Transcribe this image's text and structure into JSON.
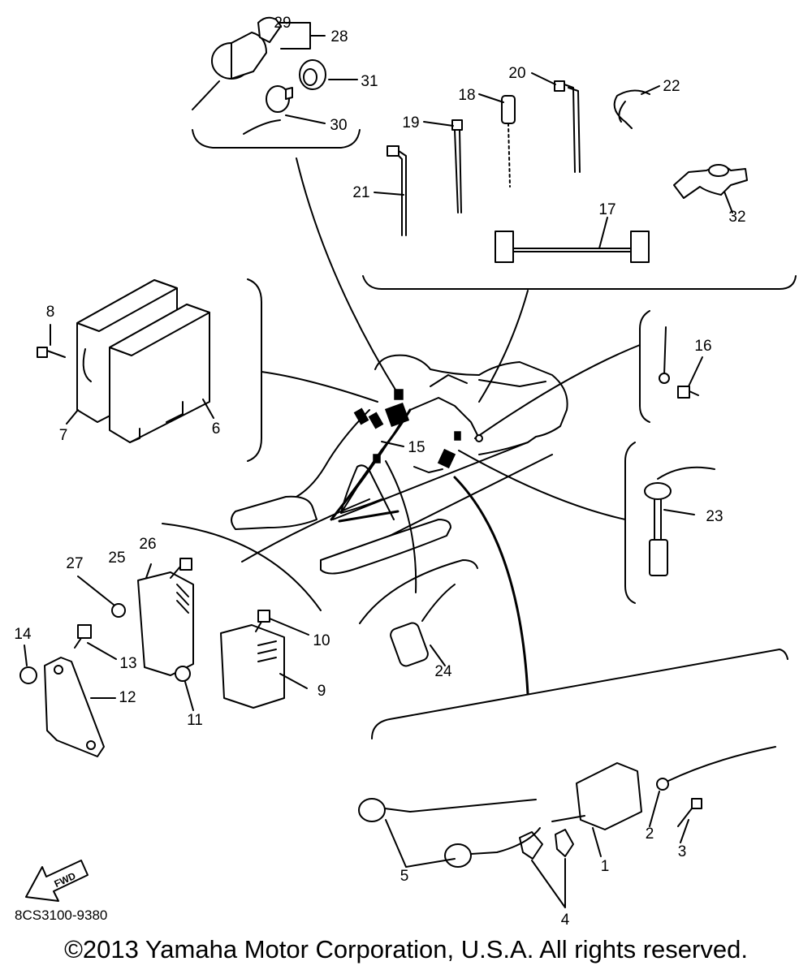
{
  "diagram_id": "8CS3100-9380",
  "copyright": "©2013 Yamaha Motor Corporation, U.S.A. All rights reserved.",
  "fwd_label": "FWD",
  "part_numbers": {
    "p1": "1",
    "p2": "2",
    "p3": "3",
    "p4": "4",
    "p5": "5",
    "p6": "6",
    "p7": "7",
    "p8": "8",
    "p9": "9",
    "p10": "10",
    "p11": "11",
    "p12": "12",
    "p13": "13",
    "p14": "14",
    "p15": "15",
    "p16": "16",
    "p17": "17",
    "p18": "18",
    "p19": "19",
    "p20": "20",
    "p21": "21",
    "p22": "22",
    "p23": "23",
    "p24": "24",
    "p25": "25",
    "p26": "26",
    "p27": "27",
    "p28": "28",
    "p29": "29",
    "p30": "30",
    "p31": "31",
    "p32": "32"
  }
}
